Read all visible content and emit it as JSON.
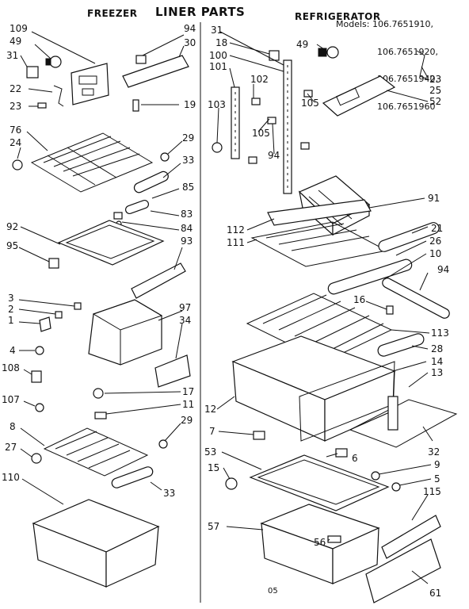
{
  "header": {
    "title": "LINER PARTS",
    "freezer": "FREEZER",
    "refrigerator": "REFRIGERATOR",
    "models": [
      "Models: 106.7651910,",
      "106.7651920,",
      "106.7651940,",
      "106.7651960"
    ]
  },
  "footer": {
    "code": "05"
  },
  "callouts": [
    "109",
    "49",
    "31",
    "22",
    "23",
    "94",
    "30",
    "19",
    "76",
    "24",
    "29",
    "33",
    "85",
    "83",
    "84",
    "92",
    "95",
    "93",
    "3",
    "2",
    "1",
    "97",
    "34",
    "4",
    "108",
    "107",
    "17",
    "11",
    "8",
    "29",
    "27",
    "33",
    "110",
    "31",
    "18",
    "100",
    "101",
    "102",
    "103",
    "105",
    "94",
    "105",
    "49",
    "23",
    "25",
    "52",
    "91",
    "112",
    "111",
    "21",
    "26",
    "10",
    "94",
    "16",
    "113",
    "28",
    "14",
    "13",
    "12",
    "7",
    "6",
    "32",
    "53",
    "15",
    "9",
    "5",
    "115",
    "57",
    "56",
    "61"
  ]
}
